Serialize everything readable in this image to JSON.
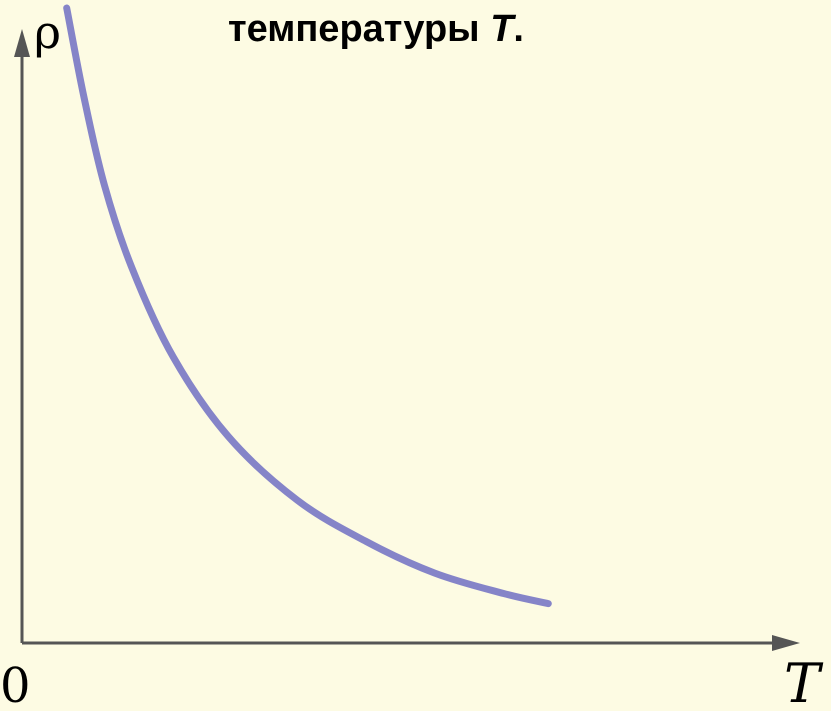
{
  "title": {
    "main": "температуры ",
    "variable": "T",
    "suffix": "."
  },
  "chart_data": {
    "type": "line",
    "ylabel": "ρ",
    "xlabel": "T",
    "origin_label": "0",
    "xlim": [
      0,
      10
    ],
    "ylim": [
      0,
      10
    ],
    "grid": false,
    "series": [
      {
        "color": "#7e7dc6",
        "x": [
          0.65,
          0.9,
          1.2,
          1.6,
          2.2,
          3.0,
          4.0,
          5.0,
          6.0,
          7.0,
          7.65
        ],
        "y": [
          10.0,
          8.6,
          7.2,
          5.9,
          4.5,
          3.25,
          2.25,
          1.6,
          1.1,
          0.78,
          0.62
        ]
      }
    ]
  }
}
